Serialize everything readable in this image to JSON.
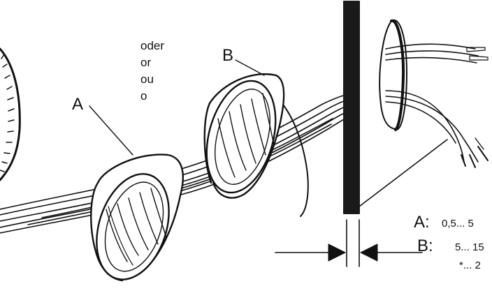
{
  "labels": {
    "a": "A",
    "b": "B"
  },
  "alternatives": [
    "oder",
    "or",
    "ou",
    "o"
  ],
  "spec": {
    "a_key": "A:",
    "a_range": "0,5... 5",
    "b_key": "B:",
    "b_range": "5... 15",
    "star_range": "*... 2"
  },
  "colors": {
    "ink": "#111111",
    "wall": "#1a1a1a",
    "paper": "#ffffff"
  }
}
